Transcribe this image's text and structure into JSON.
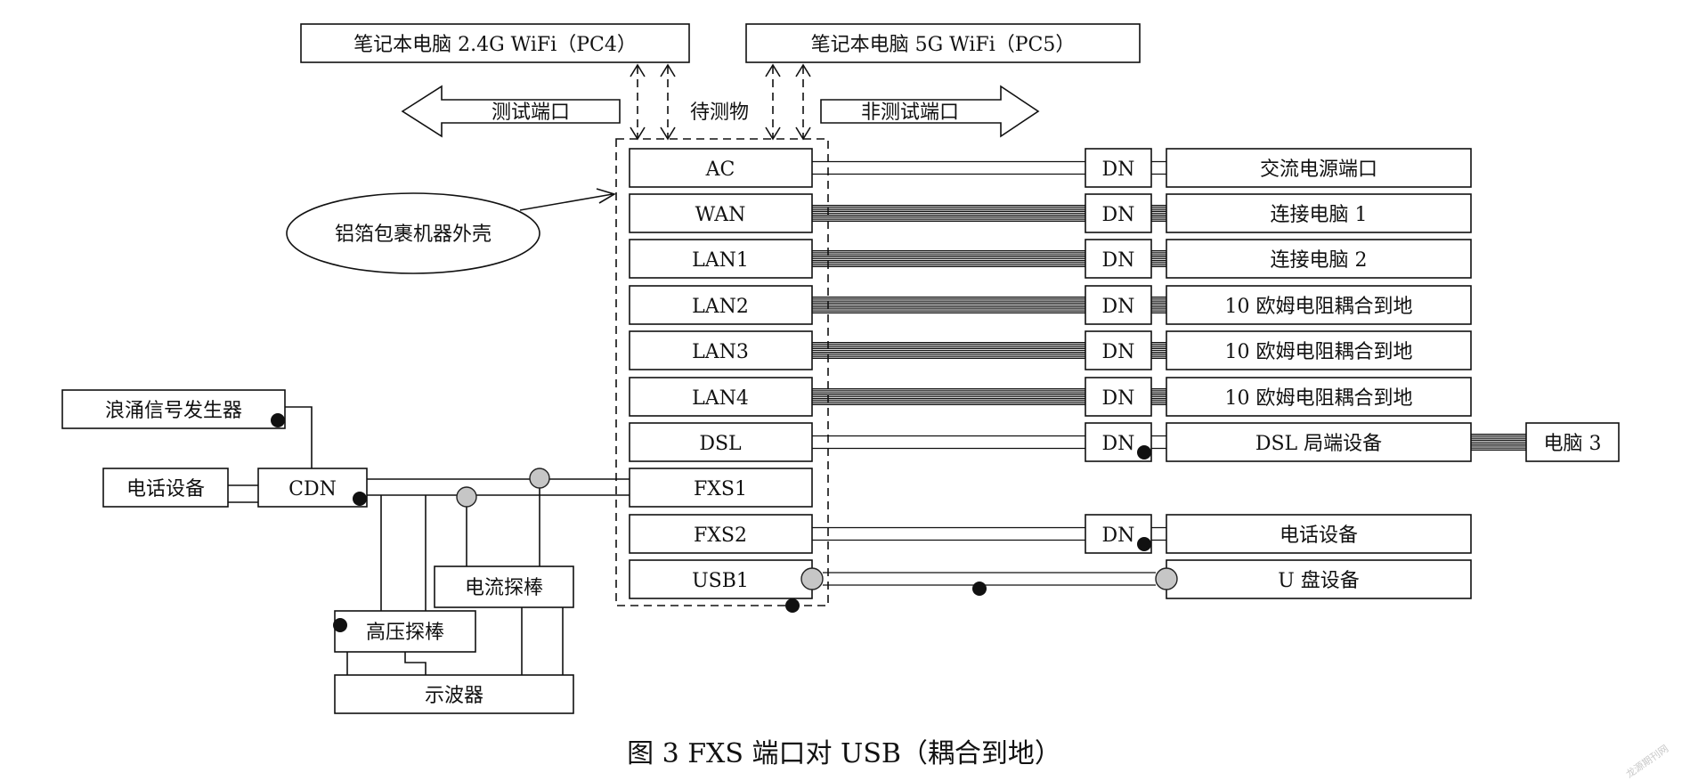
{
  "laptops": {
    "pc4": "笔记本电脑 2.4G WiFi（PC4）",
    "pc5": "笔记本电脑 5G WiFi（PC5）"
  },
  "arrows": {
    "test_port": "测试端口",
    "dut": "待测物",
    "non_test_port": "非测试端口"
  },
  "ellipse_label": "铝箔包裹机器外壳",
  "ports": [
    "AC",
    "WAN",
    "LAN1",
    "LAN2",
    "LAN3",
    "LAN4",
    "DSL",
    "FXS1",
    "FXS2",
    "USB1"
  ],
  "dn_label": "DN",
  "terminals": {
    "ac": "交流电源端口",
    "wan": "连接电脑 1",
    "lan1": "连接电脑 2",
    "lan2": "10 欧姆电阻耦合到地",
    "lan3": "10 欧姆电阻耦合到地",
    "lan4": "10 欧姆电阻耦合到地",
    "dsl": "DSL 局端设备",
    "fxs2": "电话设备",
    "usb": "U 盘设备"
  },
  "pc3": "电脑 3",
  "surge": {
    "generator": "浪涌信号发生器",
    "phone": "电话设备",
    "cdn": "CDN",
    "current_probe": "电流探棒",
    "hv_probe": "高压探棒",
    "scope": "示波器"
  },
  "caption": "图 3   FXS 端口对 USB（耦合到地）",
  "watermark": "龙源期刊网"
}
